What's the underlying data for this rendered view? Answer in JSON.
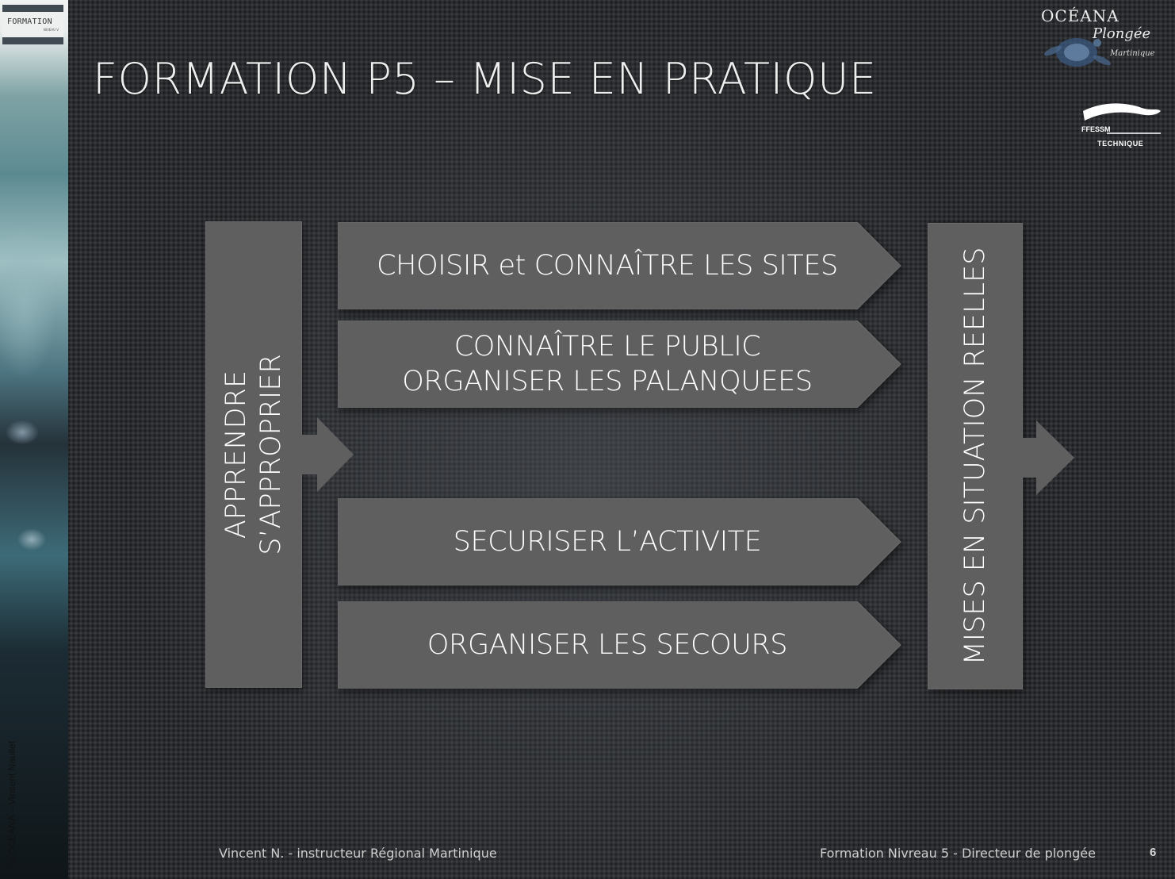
{
  "sidebar": {
    "badge_text": "FORMATION",
    "badge_subtext": "NIVEAU V",
    "copyright": "© OCEANA – Vincent Naullet"
  },
  "slide": {
    "title": "FORMATION P5 – MISE EN PRATIQUE",
    "left_box_lines": [
      "APPRENDRE",
      "S’APPROPRIER"
    ],
    "right_box_text": "MISES EN SITUATION REELLES",
    "steps": [
      {
        "lines": [
          "CHOISIR et CONNAÎTRE LES SITES"
        ]
      },
      {
        "lines": [
          "CONNAÎTRE LE PUBLIC",
          "ORGANISER LES PALANQUEES"
        ]
      },
      {
        "lines": [
          "SECURISER L’ACTIVITE"
        ]
      },
      {
        "lines": [
          "ORGANISER LES SECOURS"
        ]
      }
    ]
  },
  "logos": {
    "oceana_line1": "OCÉANA",
    "oceana_line2": "Plongée",
    "oceana_line3": "Martinique",
    "ffessm_line1": "FFESSM",
    "ffessm_line2": "TECHNIQUE"
  },
  "footer": {
    "left": "Vincent N. - instructeur Régional Martinique",
    "right": "Formation Nivreau 5 - Directeur de plongée",
    "page_number": "6"
  },
  "colors": {
    "box_fill": "#5f5f5f",
    "text": "#ffffff"
  }
}
